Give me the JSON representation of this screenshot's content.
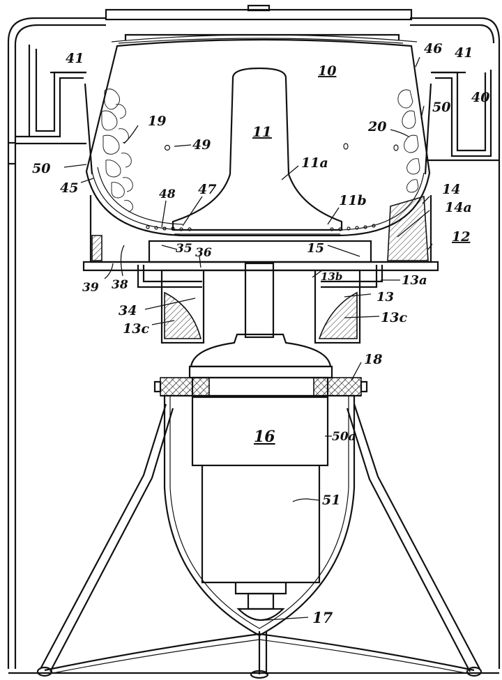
{
  "figure": {
    "labels": {
      "l10": "10",
      "l11": "11",
      "l11a": "11a",
      "l11b": "11b",
      "l12": "12",
      "l13": "13",
      "l13a": "13a",
      "l13b": "13b",
      "l13c_left": "13c",
      "l13c_right": "13c",
      "l14": "14",
      "l14a": "14a",
      "l15": "15",
      "l16": "16",
      "l17": "17",
      "l18": "18",
      "l19": "19",
      "l20": "20",
      "l34": "34",
      "l35": "35",
      "l36": "36",
      "l38": "38",
      "l39": "39",
      "l40": "40",
      "l41_left": "41",
      "l41_right": "41",
      "l45": "45",
      "l46": "46",
      "l47": "47",
      "l48": "48",
      "l49": "49",
      "l50_left": "50",
      "l50_right": "50",
      "l50a": "50a",
      "l51": "51"
    }
  }
}
